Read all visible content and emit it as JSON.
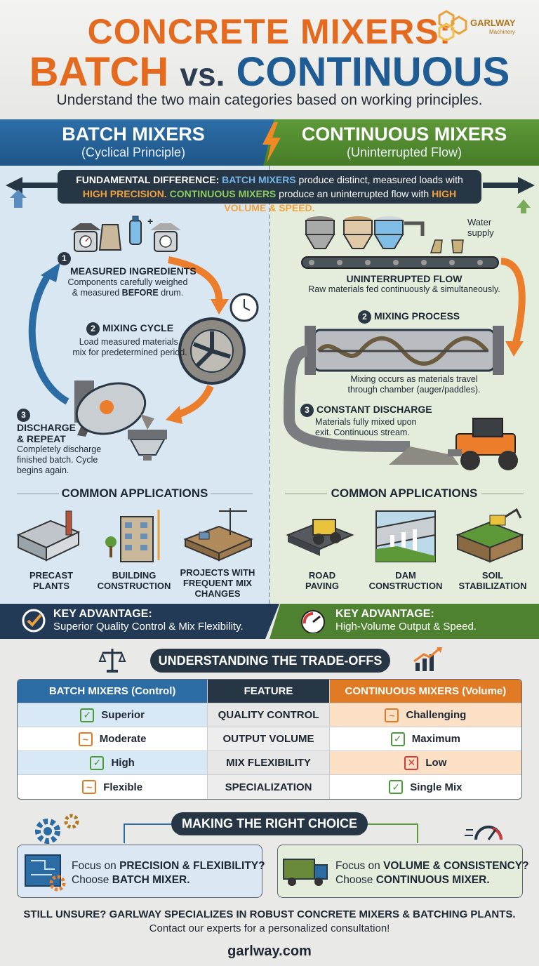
{
  "header": {
    "title_line1": "CONCRETE MIXERS:",
    "title_batch": "BATCH",
    "title_vs": "vs.",
    "title_continuous": "CONTINUOUS",
    "subtitle": "Understand the two main categories based on working principles.",
    "logo_text": "GARLWAY",
    "logo_sub": "Machinery"
  },
  "banners": {
    "batch_title": "BATCH MIXERS",
    "batch_sub": "(Cyclical Principle)",
    "cont_title": "CONTINUOUS MIXERS",
    "cont_sub": "(Uninterrupted Flow)"
  },
  "fundamental": {
    "label": "FUNDAMENTAL DIFFERENCE:",
    "batch": "BATCH MIXERS",
    "t1": "produce distinct, measured loads with",
    "high_precision": "HIGH PRECISION.",
    "cont": "CONTINUOUS MIXERS",
    "t2": "produce an uninterrupted flow with",
    "high_volume": "HIGH VOLUME & SPEED."
  },
  "batch_steps": [
    {
      "num": "1",
      "title": "MEASURED INGREDIENTS",
      "text1": "Components carefully weighed",
      "text2a": "& measured ",
      "text2b": "BEFORE",
      "text2c": " drum."
    },
    {
      "num": "2",
      "title": "MIXING CYCLE",
      "text1": "Load measured materials,",
      "text2": "mix for predetermined period."
    },
    {
      "num": "3",
      "title1": "DISCHARGE",
      "title2": "& REPEAT",
      "text1": "Completely discharge",
      "text2": "finished batch. Cycle",
      "text3": "begins again."
    }
  ],
  "cont_steps": {
    "water_label1": "Water",
    "water_label2": "supply",
    "flow_title": "UNINTERRUPTED FLOW",
    "flow_text": "Raw materials fed continuously & simultaneously.",
    "mix_num": "2",
    "mix_title": "MIXING PROCESS",
    "mix_text1": "Mixing occurs as materials travel",
    "mix_text2": "through chamber (auger/paddles).",
    "dis_num": "3",
    "dis_title": "CONSTANT DISCHARGE",
    "dis_text1": "Materials fully mixed upon",
    "dis_text2": "exit. Continuous stream."
  },
  "batch_apps": {
    "title": "COMMON APPLICATIONS",
    "items": [
      {
        "l1": "PRECAST",
        "l2": "PLANTS",
        "l3": ""
      },
      {
        "l1": "BUILDING",
        "l2": "CONSTRUCTION",
        "l3": ""
      },
      {
        "l1": "PROJECTS WITH",
        "l2": "FREQUENT MIX",
        "l3": "CHANGES"
      }
    ]
  },
  "cont_apps": {
    "title": "COMMON APPLICATIONS",
    "items": [
      {
        "l1": "ROAD",
        "l2": "PAVING"
      },
      {
        "l1": "DAM",
        "l2": "CONSTRUCTION"
      },
      {
        "l1": "SOIL",
        "l2": "STABILIZATION"
      }
    ]
  },
  "key_adv": {
    "batch_title": "KEY ADVANTAGE:",
    "batch_text": "Superior Quality Control & Mix Flexibility.",
    "cont_title": "KEY ADVANTAGE:",
    "cont_text": "High-Volume Output & Speed."
  },
  "tradeoffs": {
    "title": "UNDERSTANDING THE TRADE-OFFS",
    "headers": [
      "BATCH MIXERS (Control)",
      "FEATURE",
      "CONTINUOUS MIXERS (Volume)"
    ],
    "rows": [
      {
        "batch": "Superior",
        "batch_mark": "check",
        "feature": "QUALITY CONTROL",
        "cont": "Challenging",
        "cont_mark": "tilde"
      },
      {
        "batch": "Moderate",
        "batch_mark": "tilde",
        "feature": "OUTPUT VOLUME",
        "cont": "Maximum",
        "cont_mark": "check"
      },
      {
        "batch": "High",
        "batch_mark": "check",
        "feature": "MIX FLEXIBILITY",
        "cont": "Low",
        "cont_mark": "x"
      },
      {
        "batch": "Flexible",
        "batch_mark": "tilde",
        "feature": "SPECIALIZATION",
        "cont": "Single Mix",
        "cont_mark": "check"
      }
    ]
  },
  "choice": {
    "title": "MAKING THE RIGHT CHOICE",
    "batch_a": "Focus on ",
    "batch_b": "PRECISION & FLEXIBILITY?",
    "batch_c": "Choose ",
    "batch_d": "BATCH MIXER.",
    "cont_a": "Focus on ",
    "cont_b": "VOLUME & CONSISTENCY?",
    "cont_c": "Choose ",
    "cont_d": "CONTINUOUS MIXER."
  },
  "footer": {
    "line1": "STILL UNSURE? GARLWAY SPECIALIZES IN ROBUST CONCRETE MIXERS & BATCHING PLANTS.",
    "line2": "Contact our experts for a personalized consultation!",
    "url": "garlway.com"
  },
  "colors": {
    "orange": "#e46a1f",
    "blue": "#1f5c94",
    "green": "#5d9938",
    "dark": "#263645"
  }
}
